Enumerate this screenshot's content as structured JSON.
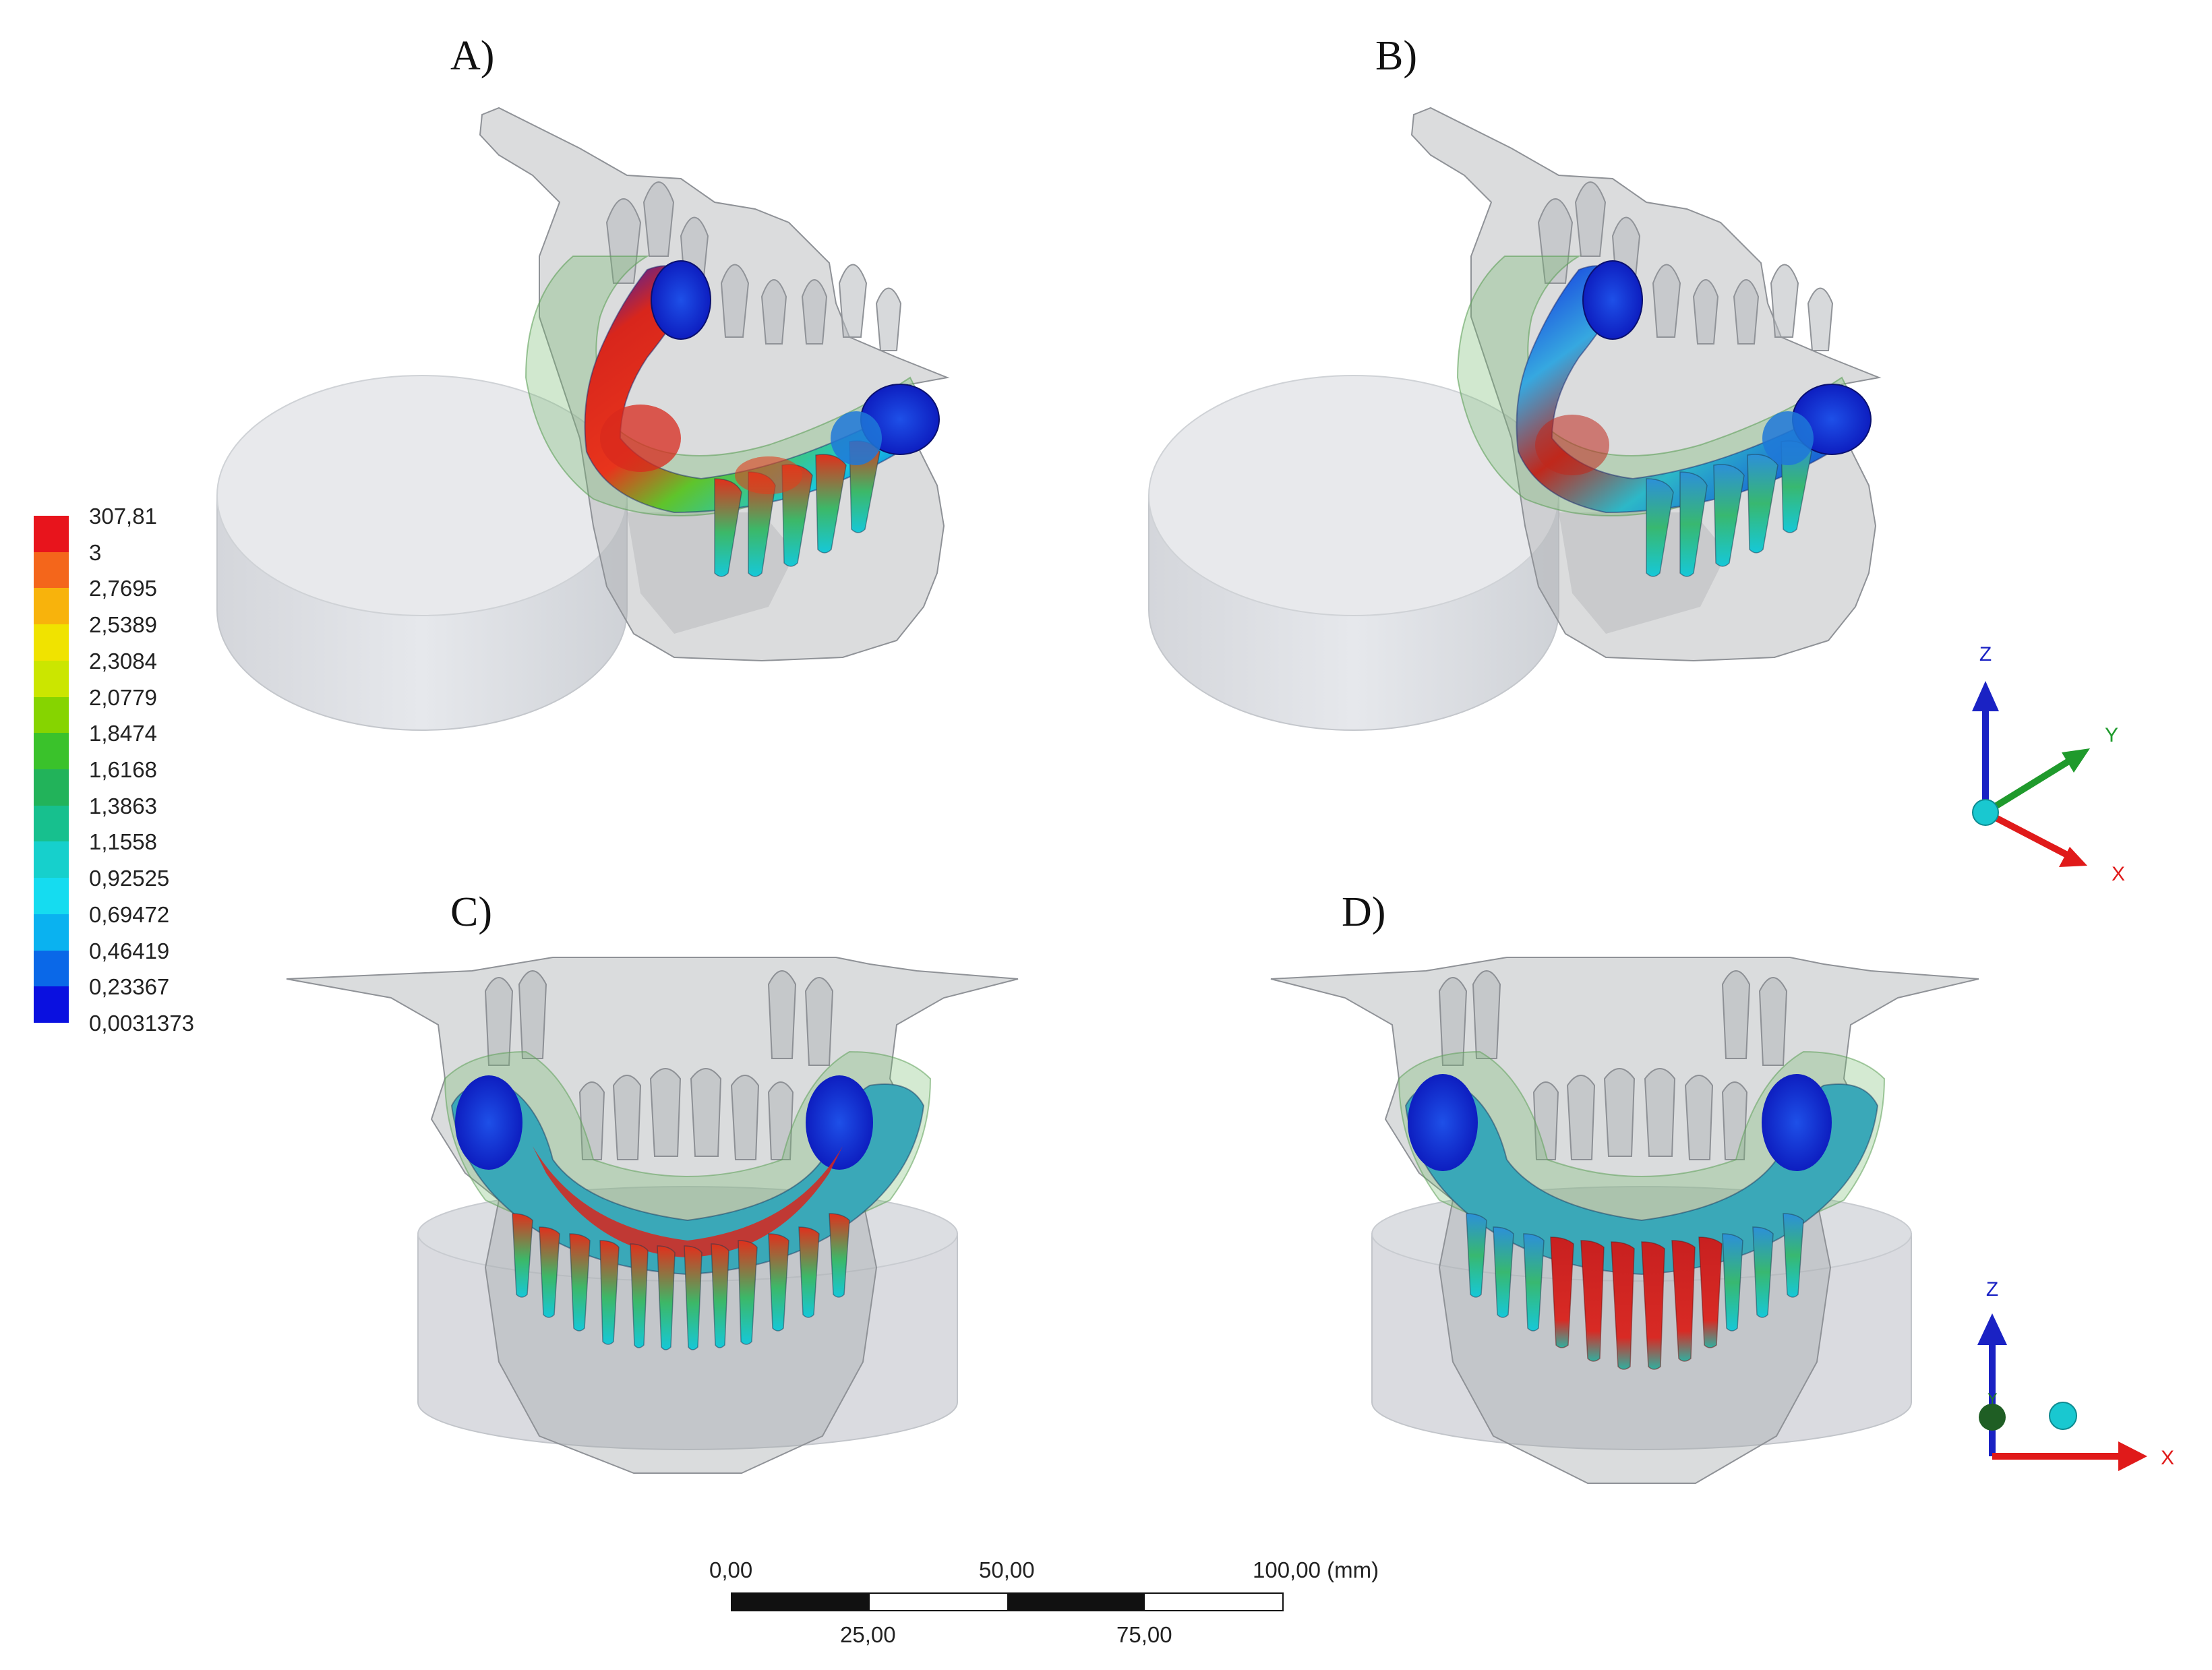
{
  "panels": [
    {
      "label": "A)",
      "view": "oblique",
      "variant": "a"
    },
    {
      "label": "B)",
      "view": "oblique",
      "variant": "b"
    },
    {
      "label": "C)",
      "view": "front",
      "variant": "a"
    },
    {
      "label": "D)",
      "view": "front",
      "variant": "b"
    }
  ],
  "legend": {
    "colors": [
      "#e8141c",
      "#f4661b",
      "#f8b30c",
      "#f0e300",
      "#cbe600",
      "#86d400",
      "#3ac22b",
      "#22b35a",
      "#17c08e",
      "#16d0cc",
      "#15dcf0",
      "#0ab2f0",
      "#0a68e8",
      "#0a10e0"
    ],
    "labels": [
      "307,81",
      "3",
      "2,7695",
      "2,5389",
      "2,3084",
      "2,0779",
      "1,8474",
      "1,6168",
      "1,3863",
      "1,1558",
      "0,92525",
      "0,69472",
      "0,46419",
      "0,23367",
      "0,0031373"
    ]
  },
  "scale_bar": {
    "top_labels": [
      "0,00",
      "50,00",
      "100,00 (mm)"
    ],
    "bottom_labels": [
      "25,00",
      "75,00"
    ]
  },
  "triads": [
    {
      "axes": {
        "z": "Z",
        "y": "Y",
        "x": "X"
      },
      "colors": {
        "z": "#1a22c4",
        "y": "#1f9a2c",
        "x": "#e01a1a",
        "origin": "#19c8d0"
      }
    },
    {
      "axes": {
        "z": "Z",
        "y": "Y",
        "x": "X"
      },
      "colors": {
        "z": "#1a22c4",
        "y": "#1f7a26",
        "x": "#e01a1a",
        "origin": "#19c8d0"
      }
    }
  ]
}
